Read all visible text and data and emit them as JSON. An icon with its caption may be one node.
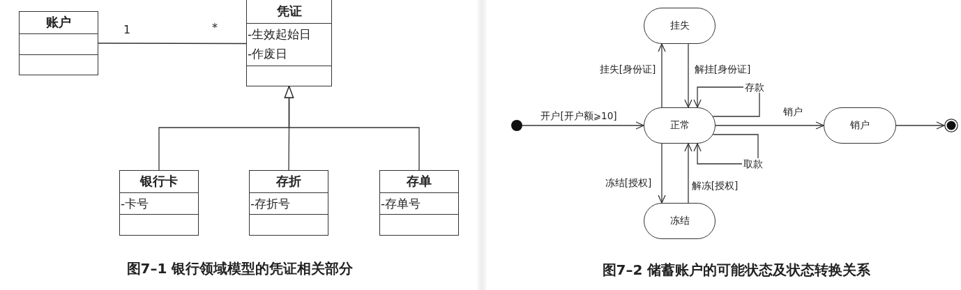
{
  "diagram": {
    "nodes": [
      {
        "text": [
          "账户"
        ]
      },
      {
        "text": [
          "凭证",
          "-生效起始日",
          "-作废日"
        ]
      },
      {
        "text": [
          "银行卡",
          "-卡号"
        ]
      },
      {
        "text": [
          "存折",
          "-存折号"
        ]
      },
      {
        "text": [
          "存单",
          "-存单号"
        ]
      },
      {
        "text": [],
        "shape": "circle"
      },
      {
        "text": [
          "挂失"
        ]
      },
      {
        "text": [
          "正常"
        ]
      },
      {
        "text": [
          "销户"
        ]
      },
      {
        "text": [
          "冻结"
        ]
      },
      {
        "text": [],
        "shape": "circle"
      }
    ],
    "edges": [
      {
        "from": 0,
        "to": 1,
        "arrow": "none"
      },
      {
        "from": 2,
        "to": 1,
        "arrow": "to"
      },
      {
        "from": 3,
        "to": 1,
        "arrow": "to"
      },
      {
        "from": 4,
        "to": 1,
        "arrow": "to"
      },
      {
        "from": 5,
        "to": 7,
        "arrow": "to",
        "label": "开户[开户额⩾10]"
      },
      {
        "from": 7,
        "to": 6,
        "arrow": "to",
        "label": "挂失[身份证]"
      },
      {
        "from": 6,
        "to": 7,
        "arrow": "to",
        "label": "解挂[身份证]"
      },
      {
        "from": 7,
        "to": 7,
        "arrow": "to",
        "label": "存款"
      },
      {
        "from": 7,
        "to": 7,
        "arrow": "to",
        "label": "取款"
      },
      {
        "from": 7,
        "to": 9,
        "arrow": "to",
        "label": "冻结[授权]"
      },
      {
        "from": 9,
        "to": 7,
        "arrow": "to",
        "label": "解冻[授权]"
      },
      {
        "from": 7,
        "to": 8,
        "arrow": "to",
        "label": "销户"
      },
      {
        "from": 8,
        "to": 10,
        "arrow": "to"
      }
    ],
    "labels": [
      "1",
      "*",
      "图7–1 银行领域模型的凭证相关部分",
      "图7–2 储蓄账户的可能状态及状态转换关系"
    ]
  }
}
